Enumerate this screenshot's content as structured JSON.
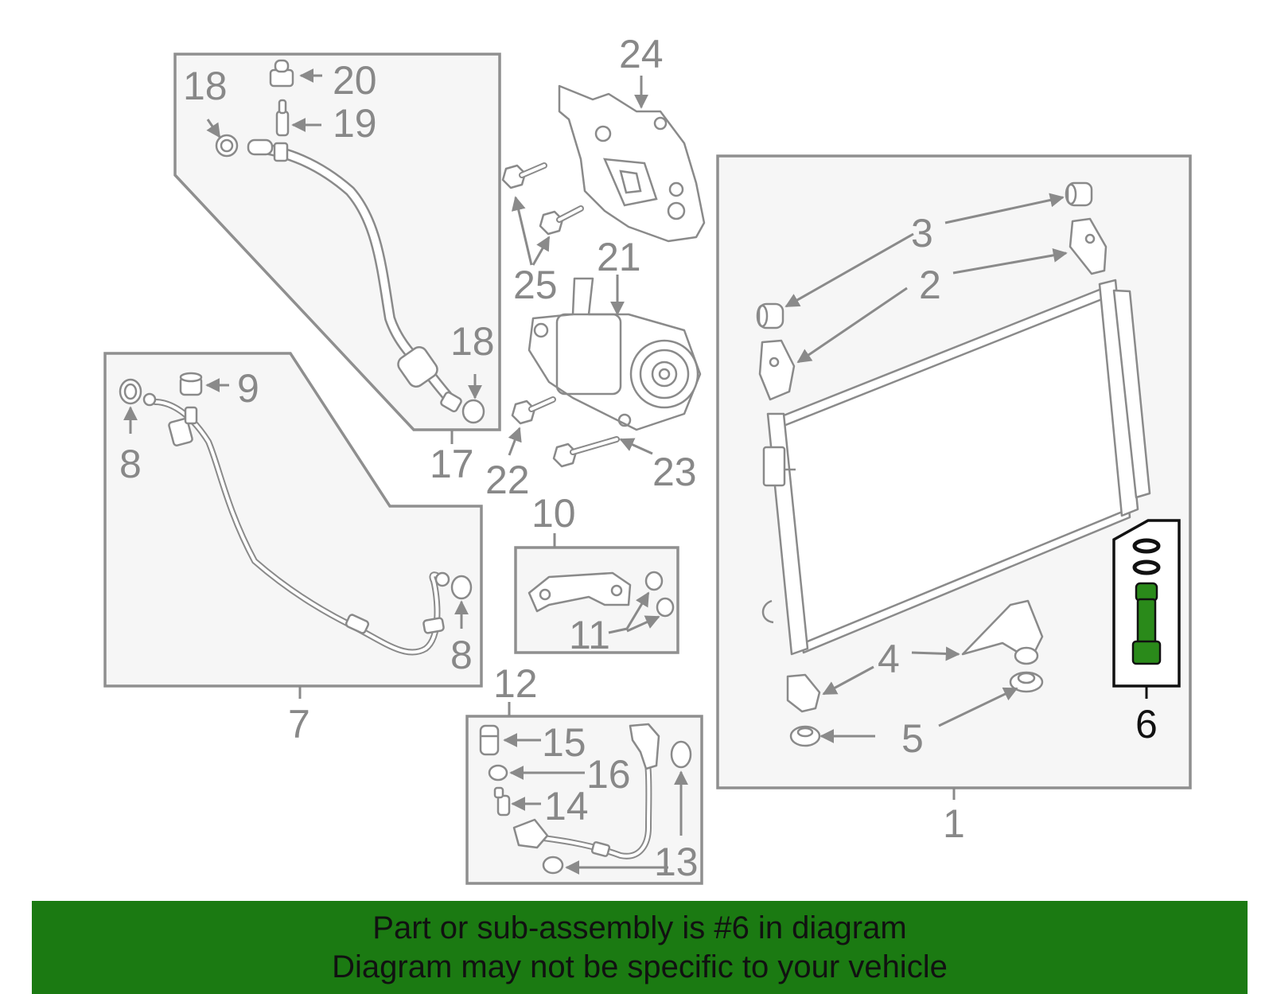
{
  "callouts": {
    "c1": "1",
    "c2": "2",
    "c3": "3",
    "c4": "4",
    "c5": "5",
    "c6": "6",
    "c7": "7",
    "c8a": "8",
    "c8b": "8",
    "c9": "9",
    "c10": "10",
    "c11": "11",
    "c12": "12",
    "c13": "13",
    "c14": "14",
    "c15": "15",
    "c16": "16",
    "c17": "17",
    "c18a": "18",
    "c18b": "18",
    "c19": "19",
    "c20": "20",
    "c21": "21",
    "c22": "22",
    "c23": "23",
    "c24": "24",
    "c25": "25"
  },
  "highlight": {
    "part_number": "6",
    "color": "#1f7a12"
  },
  "colors": {
    "line": "#8a8a8a",
    "panel": "#f6f6f6",
    "banner": "#1b7a12"
  },
  "banner": {
    "line1": "Part or sub-assembly is #6 in diagram",
    "line2": "Diagram may not be specific to your vehicle"
  }
}
